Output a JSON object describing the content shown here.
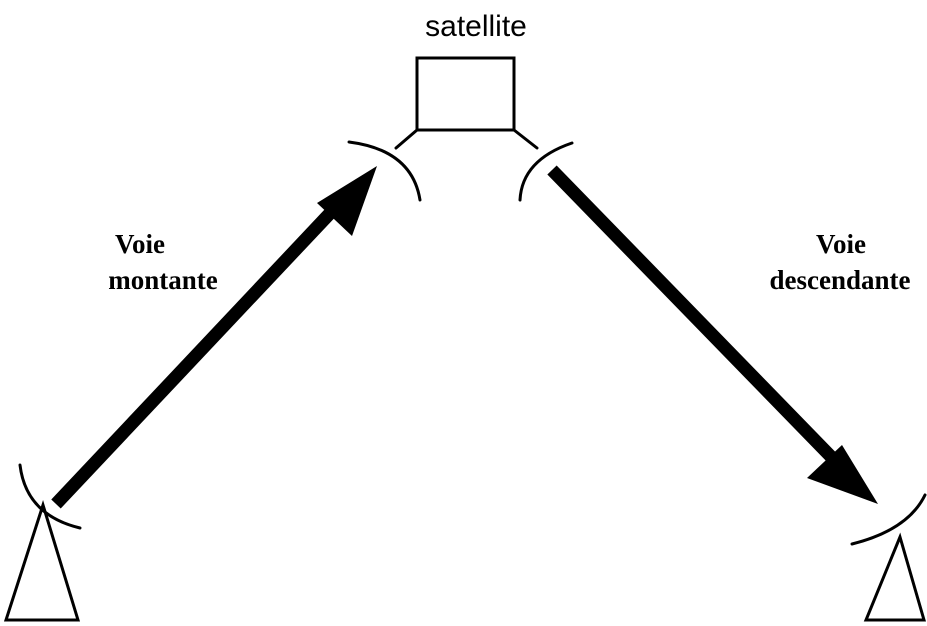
{
  "satellite_label": "satellite",
  "uplink_label": {
    "line1": "Voie",
    "line2": "montante"
  },
  "downlink_label": {
    "line1": "Voie",
    "line2": "descendante"
  },
  "colors": {
    "stroke": "#000000",
    "background": "#ffffff"
  }
}
